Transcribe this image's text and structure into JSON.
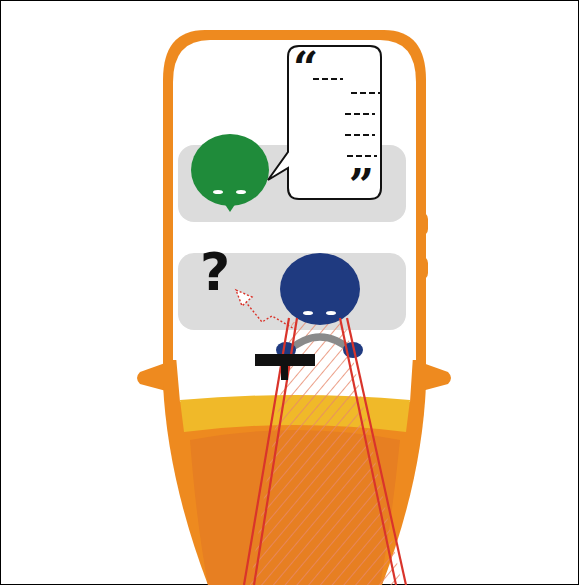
{
  "diagram": {
    "nodes": [
      {
        "text": [
          "“",
          "”"
        ]
      }
    ],
    "labels": [
      "?"
    ]
  }
}
